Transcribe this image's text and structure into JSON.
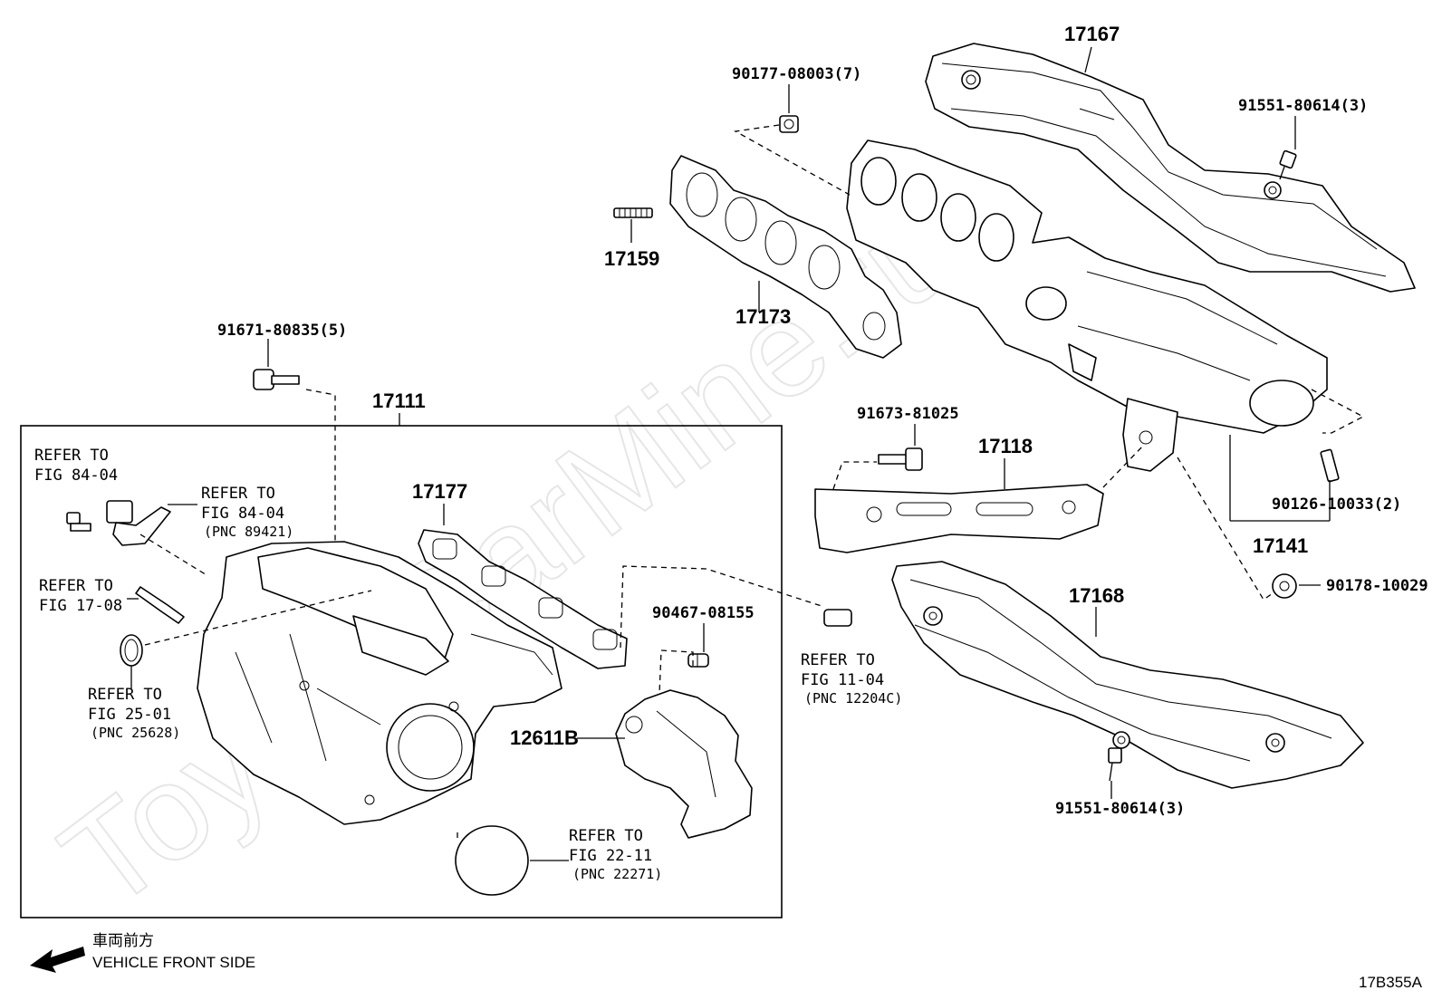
{
  "watermark": "ToyotaCarMine.ru",
  "callouts": {
    "c17167": "17167",
    "c90177": "90177-08003(7)",
    "c91551_top": "91551-80614(3)",
    "c17159": "17159",
    "c17173": "17173",
    "c91671": "91671-80835(5)",
    "c17111": "17111",
    "c91673": "91673-81025",
    "c17118": "17118",
    "c90126": "90126-10033(2)",
    "c17141": "17141",
    "c90178": "90178-10029",
    "c17177": "17177",
    "c90467": "90467-08155",
    "c17168": "17168",
    "c12611B": "12611B",
    "c91551_bot": "91551-80614(3)"
  },
  "refs": {
    "r8404a_1": "REFER TO",
    "r8404a_2": "FIG 84-04",
    "r8404b_1": "REFER TO",
    "r8404b_2": "FIG 84-04",
    "r8404b_3": "(PNC 89421)",
    "r1708_1": "REFER TO",
    "r1708_2": "FIG 17-08",
    "r2501_1": "REFER TO",
    "r2501_2": "FIG 25-01",
    "r2501_3": "(PNC 25628)",
    "r1104_1": "REFER TO",
    "r1104_2": "FIG 11-04",
    "r1104_3": "(PNC 12204C)",
    "r2211_1": "REFER TO",
    "r2211_2": "FIG 22-11",
    "r2211_3": "(PNC 22271)"
  },
  "footer": {
    "direction_jp": "車両前方",
    "direction_en": "VEHICLE FRONT SIDE",
    "figure_id": "17B355A"
  }
}
